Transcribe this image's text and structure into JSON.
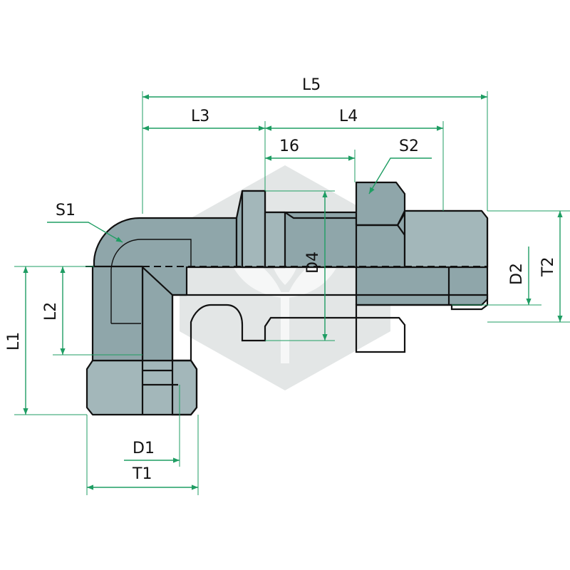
{
  "drawing": {
    "colors": {
      "body": "#8fa6aa",
      "body_light": "#a3b7ba",
      "outline": "#111111",
      "dimension": "#1f9d63",
      "watermark": "#e3e6e6"
    },
    "watermark_icon": "leaf-plant-hexagon-icon",
    "dimensions": {
      "L1": "L1",
      "L2": "L2",
      "L3": "L3",
      "L4": "L4",
      "L5": "L5",
      "D1": "D1",
      "D2": "D2",
      "D4": "D4",
      "T1": "T1",
      "T2": "T2",
      "S1": "S1",
      "S2": "S2",
      "size_16": "16"
    }
  }
}
